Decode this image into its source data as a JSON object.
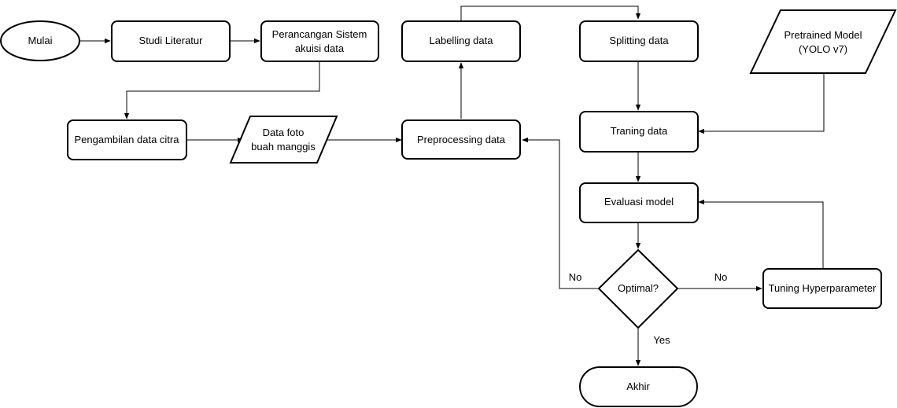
{
  "nodes": {
    "start": {
      "label": "Mulai"
    },
    "studi": {
      "label": "Studi Literatur"
    },
    "perancangan": {
      "line1": "Perancangan Sistem",
      "line2": "akuisi data"
    },
    "pengambilan": {
      "label": "Pengambilan data citra"
    },
    "datafoto": {
      "line1": "Data foto",
      "line2": "buah manggis"
    },
    "preprocessing": {
      "label": "Preprocessing data"
    },
    "labelling": {
      "label": "Labelling data"
    },
    "splitting": {
      "label": "Splitting data"
    },
    "pretrained": {
      "line1": "Pretrained Model",
      "line2": "(YOLO v7)"
    },
    "traning": {
      "label": "Traning data"
    },
    "evaluasi": {
      "label": "Evaluasi model"
    },
    "optimal": {
      "label": "Optimal?"
    },
    "tuning": {
      "label": "Tuning Hyperparameter"
    },
    "akhir": {
      "label": "Akhir"
    }
  },
  "edge_labels": {
    "no_left": "No",
    "no_right": "No",
    "yes": "Yes"
  }
}
